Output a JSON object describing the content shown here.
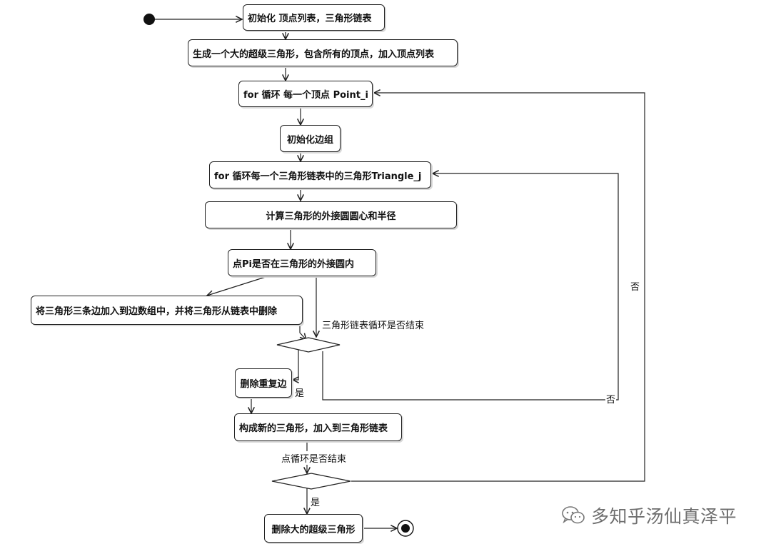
{
  "nodes": {
    "init": "初始化 顶点列表，三角形链表",
    "super_triangle": "生成一个大的超级三角形，包含所有的顶点，加入顶点列表",
    "for_points": "for 循环 每一个顶点 Point_i",
    "init_edges": "初始化边组",
    "for_triangles": "for 循环每一个三角形链表中的三角形Triangle_j",
    "circumcircle": "计算三角形的外接圆圆心和半径",
    "in_circle": "点Pi是否在三角形的外接圆内",
    "add_edges": "将三角形三条边加入到边数组中，并将三角形从链表中删除",
    "delete_dup": "删除重复边",
    "new_triangles": "构成新的三角形，加入到三角形链表",
    "delete_super": "删除大的超级三角形"
  },
  "labels": {
    "tri_loop_end": "三角形链表循环是否结束",
    "point_loop_end": "点循环是否结束",
    "yes_inner": "是",
    "no_inner": "否",
    "no_outer": "否",
    "yes_outer": "是"
  },
  "watermark": {
    "text": "多知乎汤仙真泽平"
  },
  "colors": {
    "line": "#222222",
    "shadow": "#d8d8d8",
    "watermark": "#555555"
  }
}
